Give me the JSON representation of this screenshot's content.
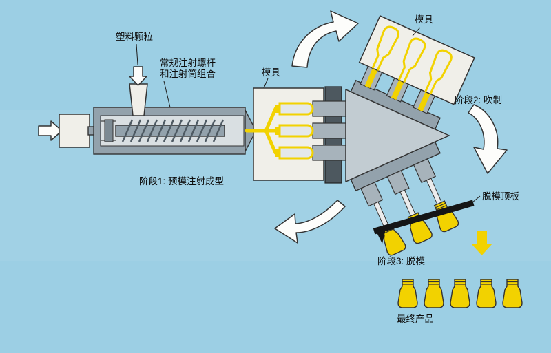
{
  "components": {
    "pellets": "塑料颗粒",
    "screw_line1": "常规注射螺杆",
    "screw_line2": "和注射筒组合",
    "mold_preform": "模具",
    "mold_blow": "模具",
    "ejector_plate": "脱模顶板",
    "final_product": "最终产品"
  },
  "stages": [
    {
      "label": "阶段1: 预模注射成型"
    },
    {
      "label": "阶段2: 吹制"
    },
    {
      "label": "阶段3: 脱模"
    }
  ],
  "flow_arrows": [
    {
      "name": "feed-arrow",
      "direction": "down"
    },
    {
      "name": "input-arrow",
      "direction": "right"
    },
    {
      "name": "cycle-arrow-top",
      "direction": "up-right"
    },
    {
      "name": "cycle-arrow-right",
      "direction": "down"
    },
    {
      "name": "cycle-arrow-bottom",
      "direction": "left"
    },
    {
      "name": "eject-arrow",
      "direction": "down"
    }
  ],
  "colors": {
    "background": "#9ccfe4",
    "plastic_yellow": "#f2d200",
    "metal_gray": "#93a2ac",
    "mold_white": "#f0efe9",
    "line": "#333333",
    "ejector_black": "#151515"
  }
}
